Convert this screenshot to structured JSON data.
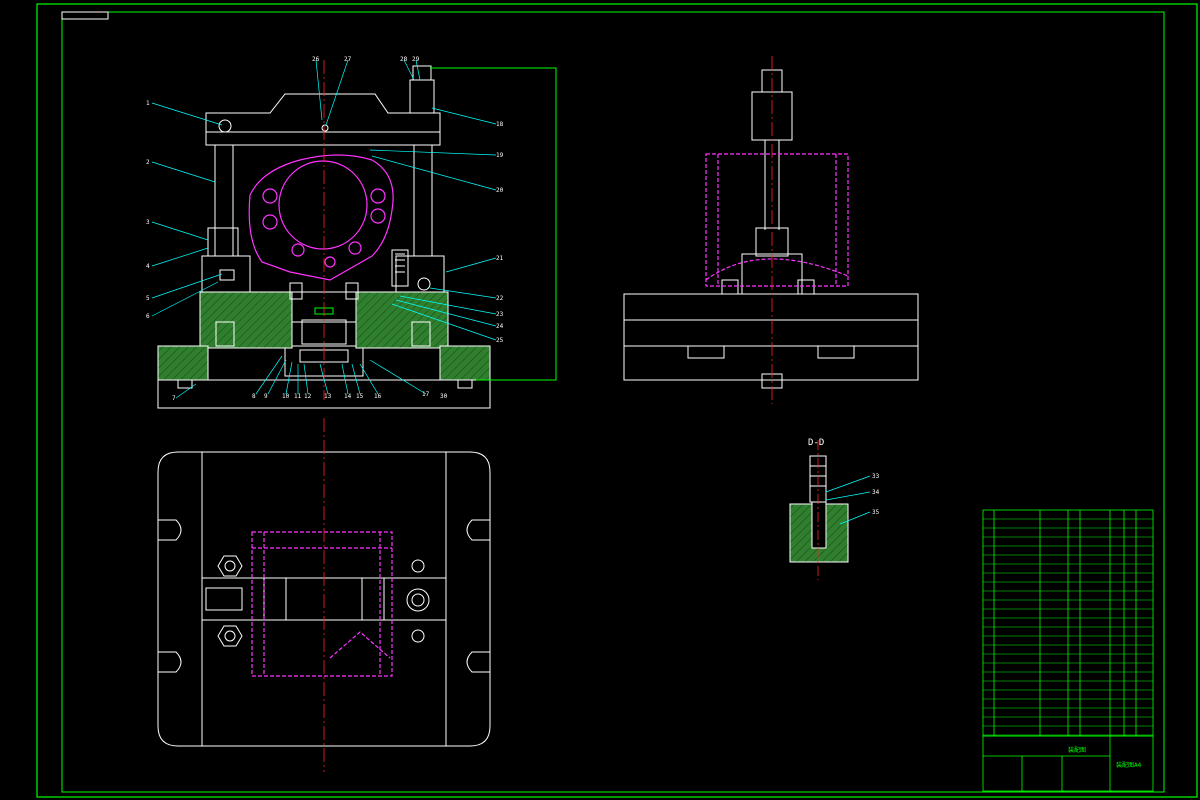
{
  "sheet": {
    "section_label": "D-D",
    "title_block_name": "装配图",
    "title_block_code": "装配图A4"
  },
  "colors": {
    "background": "#000000",
    "frame": "#00ff00",
    "part": "#ffffff",
    "workpiece": "#ff33ff",
    "centerline": "#ff2222",
    "section_fill": "#2f7f2f",
    "leader": "#00ffff"
  },
  "balloons_front": [
    "1",
    "2",
    "3",
    "4",
    "5",
    "6",
    "7",
    "8",
    "9",
    "10",
    "11",
    "12",
    "13",
    "14",
    "15",
    "16",
    "17",
    "18",
    "19",
    "20",
    "21",
    "22",
    "23",
    "24",
    "25",
    "26",
    "27",
    "28",
    "29",
    "30"
  ],
  "balloons_section": [
    "33",
    "34",
    "35"
  ]
}
